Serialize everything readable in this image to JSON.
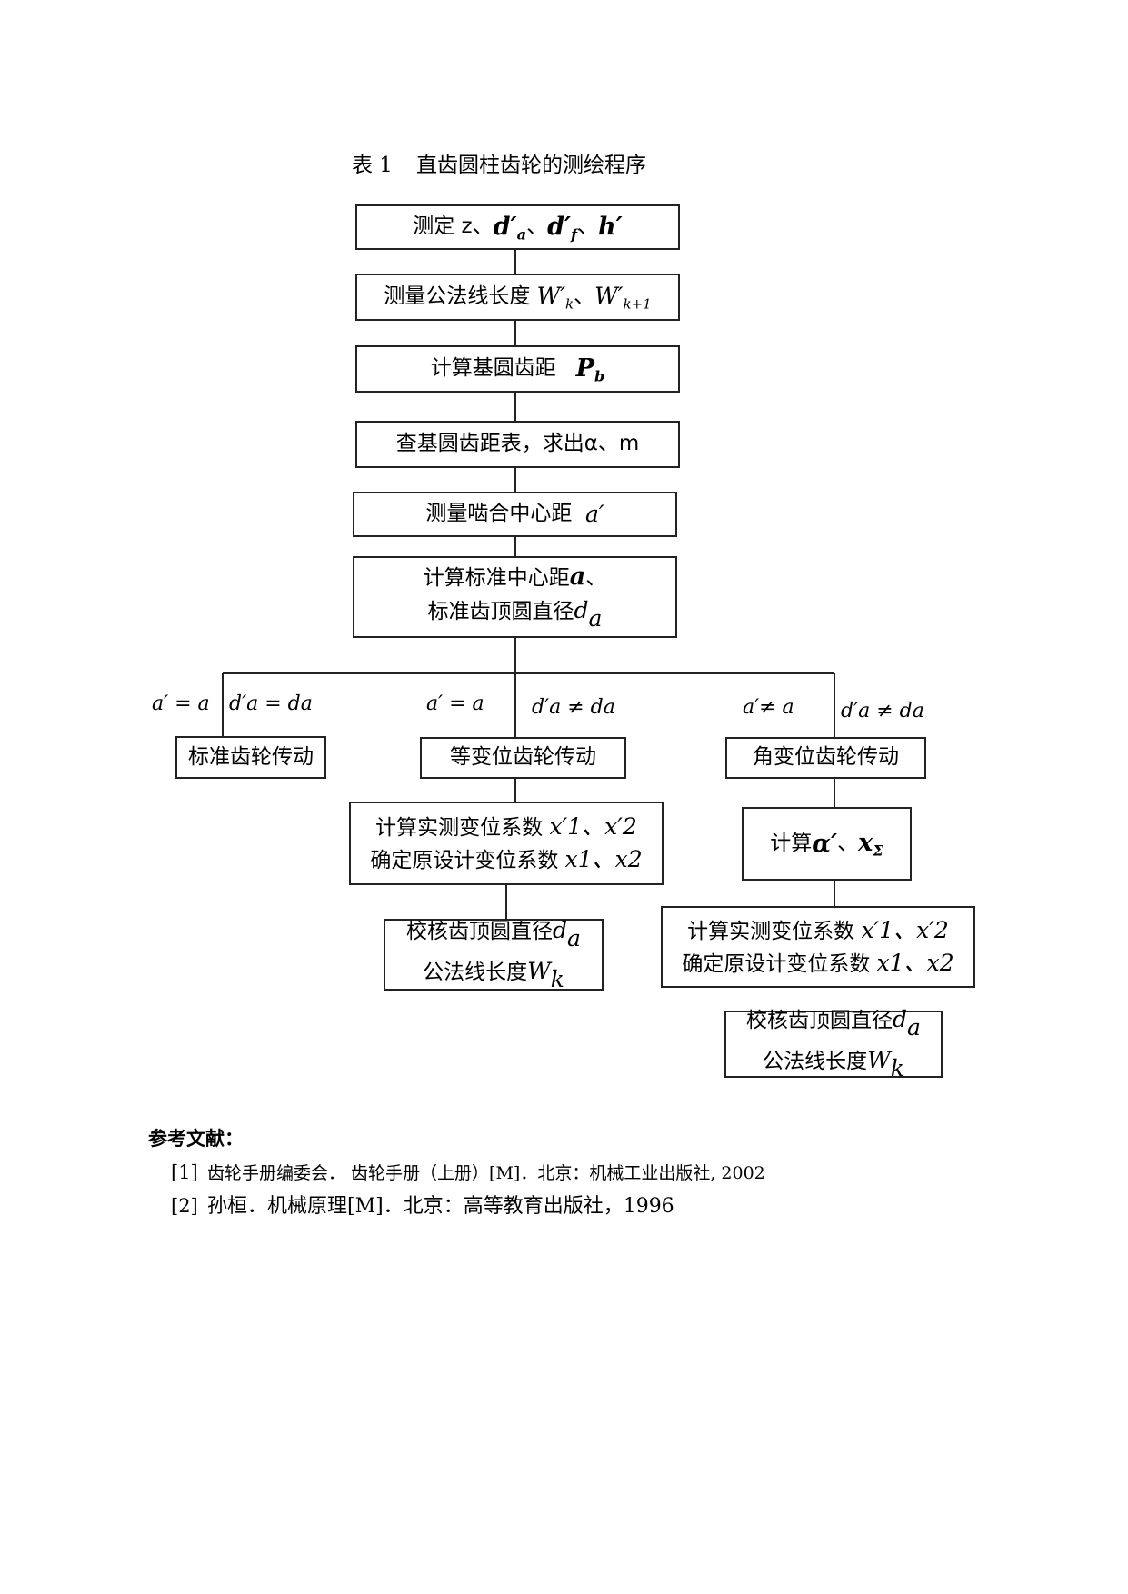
{
  "table_caption": {
    "number": "表 1",
    "title": "直齿圆柱齿轮的测绘程序"
  },
  "steps": {
    "measure_params": {
      "text": "测定 z、",
      "sep": "、",
      "da": "d′",
      "da_sub": "a",
      "df": "d′",
      "df_sub": "f",
      "h": "h′"
    },
    "measure_wk": {
      "text": "测量公法线长度",
      "w1": "W′",
      "w1_sub": "k",
      "sep": "、",
      "w2": "W′",
      "w2_sub": "k+1"
    },
    "base_pitch": {
      "text": "计算基圆齿距",
      "sym": "P",
      "sym_sub": "b"
    },
    "lookup": {
      "text": "查基圆齿距表，求出α、m"
    },
    "center_dist": {
      "text": "测量啮合中心距",
      "sym": "a′"
    },
    "standard_calc": {
      "line1": "计算标准中心距",
      "line1_sym": "a",
      "line1_tail": "、",
      "line2": "标准齿顶圆直径",
      "line2_sym": "d",
      "line2_sub": "a"
    }
  },
  "conditions": {
    "left_a": "a′ = a",
    "left_d": "d′a = da",
    "mid_a": "a′ = a",
    "mid_d": "d′a ≠ da",
    "right_a": "a′≠ a",
    "right_d": "d′a ≠ da"
  },
  "branches": {
    "standard": "标准齿轮传动",
    "equal_shift": "等变位齿轮传动",
    "angle_shift": "角变位齿轮传动"
  },
  "shift_calc": {
    "line1": "计算实测变位系数",
    "line1_math": "x′1、x′2",
    "line2": "确定原设计变位系数",
    "line2_math": "x1、x2"
  },
  "check": {
    "line1": "校核齿顶圆直径",
    "line1_sym": "d",
    "line1_sub": "a",
    "line2": "公法线长度",
    "line2_sym": "W",
    "line2_sub": "k"
  },
  "angle_calc": {
    "text": "计算",
    "sym1": "α′",
    "sep": "、",
    "sym2": "x",
    "sym2_sub": "Σ"
  },
  "references": {
    "title": "参考文献：",
    "items": [
      {
        "num": "[1]",
        "text": "齿轮手册编委会． 齿轮手册（上册）[M]．北京：机械工业出版社, 2002"
      },
      {
        "num": "[2]",
        "text": "孙桓．机械原理[M]．北京：高等教育出版社，1996"
      }
    ]
  }
}
